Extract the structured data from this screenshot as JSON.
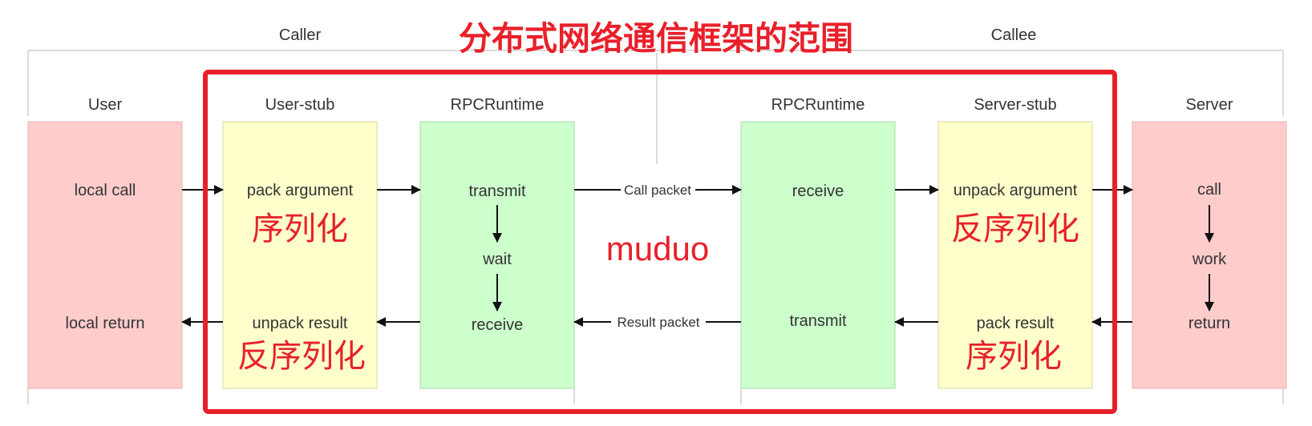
{
  "title": "分布式网络通信框架的范围",
  "sides": {
    "caller": "Caller",
    "callee": "Callee"
  },
  "columns": {
    "user": "User",
    "user_stub": "User-stub",
    "rpc_left": "RPCRuntime",
    "rpc_right": "RPCRuntime",
    "server_stub": "Server-stub",
    "server": "Server"
  },
  "user": {
    "local_call": "local call",
    "local_return": "local return"
  },
  "user_stub": {
    "pack_argument": "pack argument",
    "unpack_result": "unpack result"
  },
  "rpc_left": {
    "transmit": "transmit",
    "wait": "wait",
    "receive": "receive"
  },
  "rpc_right": {
    "receive": "receive",
    "transmit": "transmit"
  },
  "server_stub": {
    "unpack_argument": "unpack argument",
    "pack_result": "pack result"
  },
  "server": {
    "call": "call",
    "work": "work",
    "return": "return"
  },
  "packets": {
    "call": "Call packet",
    "result": "Result packet"
  },
  "annotations": {
    "serialize_left": "序列化",
    "deserialize_left": "反序列化",
    "deserialize_right": "反序列化",
    "serialize_right": "序列化",
    "middle": "muduo"
  },
  "colors": {
    "pink": "#ffcccc",
    "yellow": "#ffffcc",
    "green": "#ccffcc",
    "highlight": "#e8202a"
  }
}
